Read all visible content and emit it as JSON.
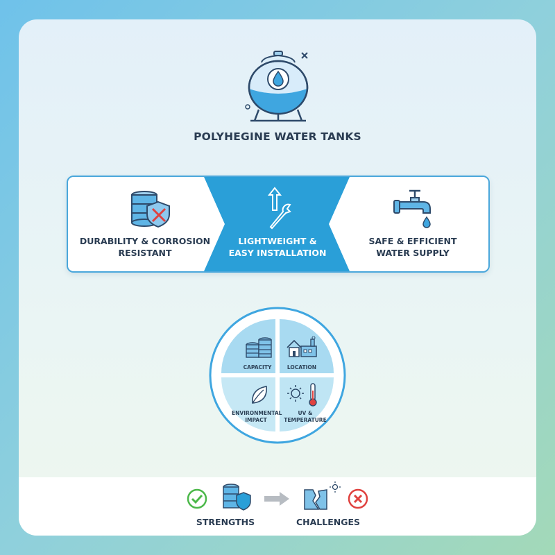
{
  "title": "POLYHEGINE WATER TANKS",
  "features": [
    {
      "line1": "DURABILITY & CORROSION",
      "line2": "RESISTANT",
      "icon": "tank-shield-icon"
    },
    {
      "line1": "LIGHTWEIGHT &",
      "line2": "EASY INSTALLATION",
      "icon": "wrench-arrow-icon"
    },
    {
      "line1": "SAFE & EFFICIENT",
      "line2": "WATER SUPPLY",
      "icon": "faucet-icon"
    }
  ],
  "factors": {
    "capacity": "CAPACITY",
    "location": "LOCATION",
    "environmental_line1": "ENVIRONMENTAL",
    "environmental_line2": "IMPACT",
    "uv_temperature": "UV & TEMPERATURE"
  },
  "bottom": {
    "strengths": "STRENGTHS",
    "challenges": "CHALLENGES"
  },
  "colors": {
    "accent_blue": "#2a9fd8",
    "border_blue": "#4aa7db",
    "text_dark": "#2a3c52",
    "check_green": "#4cb84a",
    "cross_red": "#e0423f"
  }
}
